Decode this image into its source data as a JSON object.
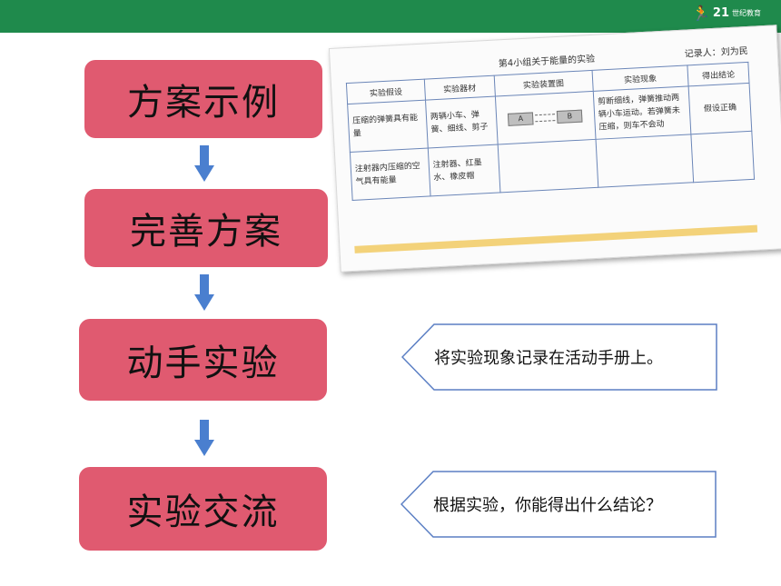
{
  "header": {
    "logo_text": "21世纪教育",
    "logo_number": "21",
    "logo_rest": "世纪教育"
  },
  "steps": [
    {
      "label": "方案示例"
    },
    {
      "label": "完善方案"
    },
    {
      "label": "动手实验"
    },
    {
      "label": "实验交流"
    }
  ],
  "photo": {
    "title": "第4小组关于能量的实验",
    "recorder": "记录人：刘为民",
    "columns": [
      "实验假设",
      "实验器材",
      "实验装置图",
      "实验现象",
      "得出结论"
    ],
    "rows": [
      {
        "hypothesis": "压缩的弹簧具有能量",
        "materials": "两辆小车、弹簧、细线、剪子",
        "apparatus_labels": [
          "A",
          "B"
        ],
        "phenomenon": "剪断细线，弹簧推动两辆小车运动。若弹簧未压缩，则车不会动",
        "conclusion": "假设正确"
      },
      {
        "hypothesis": "注射器内压缩的空气具有能量",
        "materials": "注射器、红墨水、橡皮帽",
        "apparatus_labels": [],
        "phenomenon": "",
        "conclusion": ""
      }
    ]
  },
  "notes": [
    {
      "text": "将实验现象记录在活动手册上。"
    },
    {
      "text": "根据实验，你能得出什么结论？"
    }
  ],
  "colors": {
    "header_green": "#1f8a4c",
    "step_pink": "#e05a70",
    "arrow_blue": "#4a7fcf",
    "note_border": "#5b7fc4"
  }
}
